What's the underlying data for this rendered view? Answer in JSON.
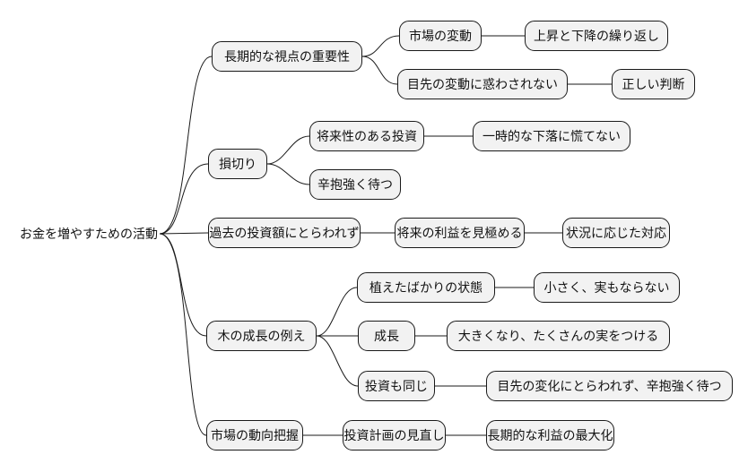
{
  "diagram": {
    "type": "mindmap",
    "background": "#ffffff",
    "node_fill": "#f2f2f2",
    "node_border": "#1a1a1a",
    "connector_color": "#1a1a1a",
    "text_color": "#111111"
  },
  "mindmap": {
    "root": {
      "label": "お金を増やすための活動"
    },
    "branches": [
      {
        "label": "長期的な視点の重要性",
        "children": [
          {
            "label": "市場の変動",
            "children": [
              {
                "label": "上昇と下降の繰り返し"
              }
            ]
          },
          {
            "label": "目先の変動に惑わされない",
            "children": [
              {
                "label": "正しい判断"
              }
            ]
          }
        ]
      },
      {
        "label": "損切り",
        "children": [
          {
            "label": "将来性のある投資",
            "children": [
              {
                "label": "一時的な下落に慌てない"
              }
            ]
          },
          {
            "label": "辛抱強く待つ",
            "children": []
          }
        ]
      },
      {
        "label": "過去の投資額にとらわれず",
        "children": [
          {
            "label": "将来の利益を見極める",
            "children": [
              {
                "label": "状況に応じた対応"
              }
            ]
          }
        ]
      },
      {
        "label": "木の成長の例え",
        "children": [
          {
            "label": "植えたばかりの状態",
            "children": [
              {
                "label": "小さく、実もならない"
              }
            ]
          },
          {
            "label": "成長",
            "children": [
              {
                "label": "大きくなり、たくさんの実をつける"
              }
            ]
          },
          {
            "label": "投資も同じ",
            "children": [
              {
                "label": "目先の変化にとらわれず、辛抱強く待つ"
              }
            ]
          }
        ]
      },
      {
        "label": "市場の動向把握",
        "children": [
          {
            "label": "投資計画の見直し",
            "children": [
              {
                "label": "長期的な利益の最大化"
              }
            ]
          }
        ]
      }
    ]
  }
}
